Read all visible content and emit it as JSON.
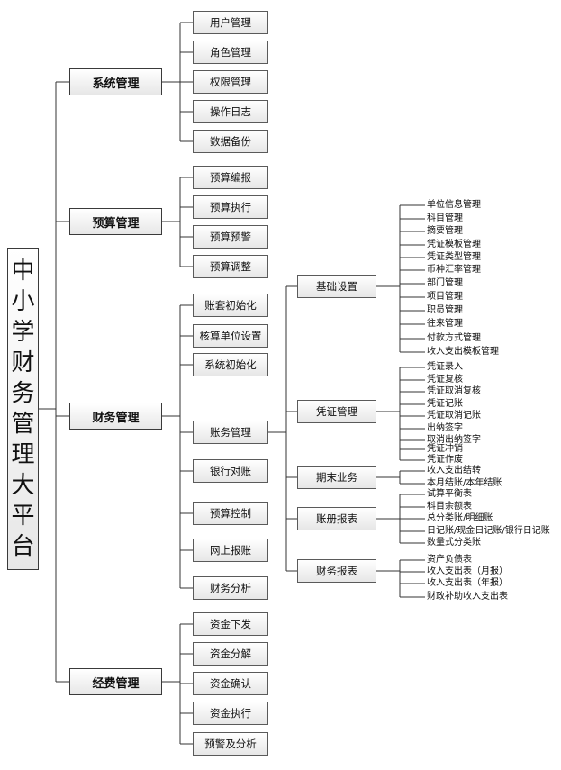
{
  "root": {
    "label": "中小学财务管理大平台",
    "chars": [
      "中",
      "小",
      "学",
      "财",
      "务",
      "管",
      "理",
      "大",
      "平",
      "台"
    ]
  },
  "modules": [
    {
      "label": "系统管理",
      "items": [
        "用户管理",
        "角色管理",
        "权限管理",
        "操作日志",
        "数据备份"
      ]
    },
    {
      "label": "预算管理",
      "items": [
        "预算编报",
        "预算执行",
        "预算预警",
        "预算调整"
      ]
    },
    {
      "label": "财务管理",
      "items": [
        "账套初始化",
        "核算单位设置",
        "系统初始化",
        "账务管理",
        "银行对账",
        "预算控制",
        "网上报账",
        "财务分析"
      ]
    },
    {
      "label": "经费管理",
      "items": [
        "资金下发",
        "资金分解",
        "资金确认",
        "资金执行",
        "预警及分析"
      ]
    }
  ],
  "accounting": [
    {
      "label": "基础设置",
      "items": [
        "单位信息管理",
        "科目管理",
        "摘要管理",
        "凭证模板管理",
        "凭证类型管理",
        "币种汇率管理",
        "部门管理",
        "项目管理",
        "职员管理",
        "往来管理",
        "付款方式管理",
        "收入支出模板管理"
      ]
    },
    {
      "label": "凭证管理",
      "items": [
        "凭证录入",
        "凭证复核",
        "凭证取消复核",
        "凭证记账",
        "凭证取消记账",
        "出纳签字",
        "取消出纳签字",
        "凭证冲销",
        "凭证作废"
      ]
    },
    {
      "label": "期末业务",
      "items": [
        "收入支出结转",
        "本月结账/本年结账"
      ]
    },
    {
      "label": "账册报表",
      "items": [
        "试算平衡表",
        "科目余额表",
        "总分类账/明细账",
        "日记账/现金日记账/银行日记账",
        "数量式分类账"
      ]
    },
    {
      "label": "财务报表",
      "items": [
        "资产负债表",
        "收入支出表（月报）",
        "收入支出表（年报）",
        "财政补助收入支出表"
      ]
    }
  ]
}
